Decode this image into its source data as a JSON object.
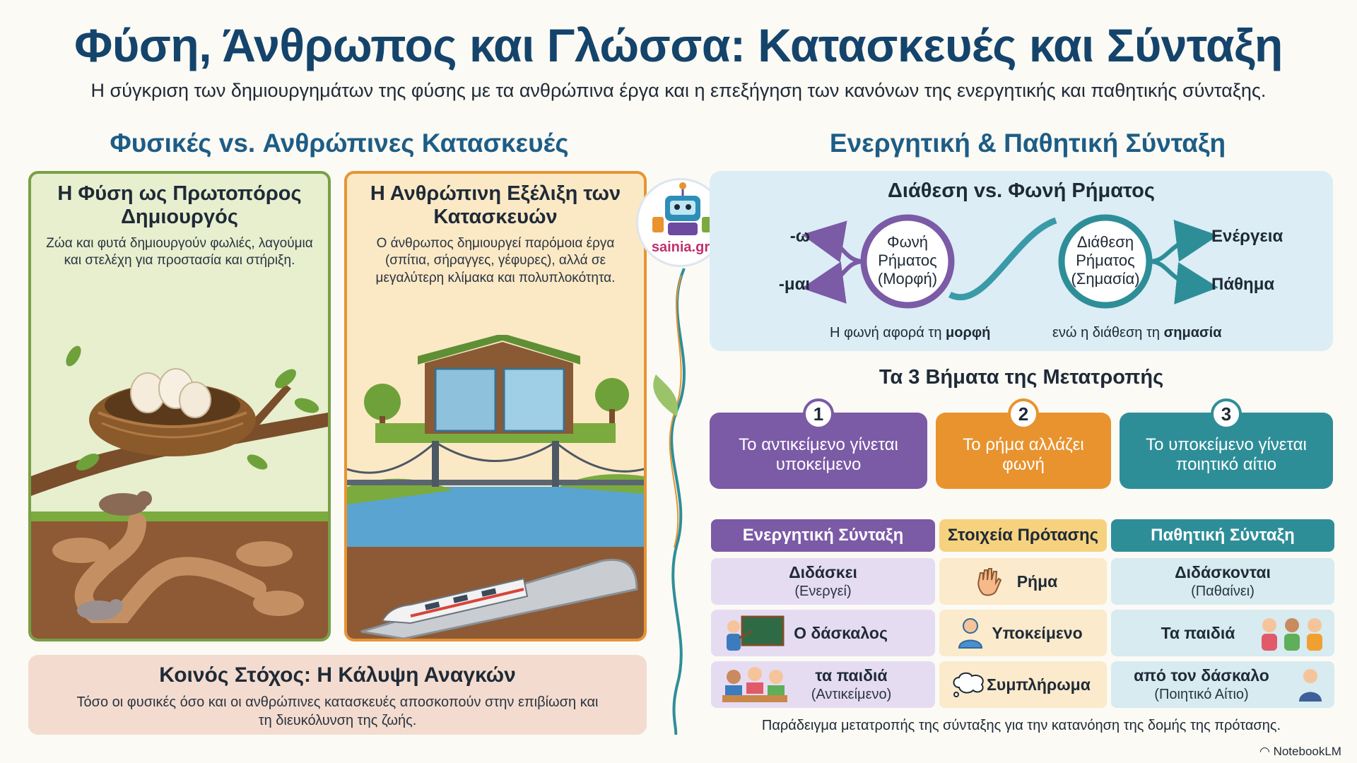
{
  "header": {
    "title": "Φύση, Άνθρωπος και Γλώσσα: Κατασκευές και Σύνταξη",
    "subtitle": "Η σύγκριση των δημιουργημάτων της φύσης με τα ανθρώπινα έργα και η επεξήγηση των κανόνων της ενεργητικής και παθητικής σύνταξης."
  },
  "left": {
    "heading": "Φυσικές vs. Ανθρώπινες Κατασκευές",
    "nature": {
      "title": "Η Φύση ως Πρωτοπόρος Δημιουργός",
      "text": "Ζώα και φυτά δημιουργούν φωλιές, λαγούμια και στελέχη για προστασία και στήριξη."
    },
    "human": {
      "title": "Η Ανθρώπινη Εξέλιξη των Κατασκευών",
      "text": "Ο άνθρωπος δημιουργεί παρόμοια έργα (σπίτια, σήραγγες, γέφυρες), αλλά σε μεγαλύτερη κλίμακα και πολυπλοκότητα."
    },
    "goal": {
      "title": "Κοινός Στόχος: Η Κάλυψη Αναγκών",
      "text": "Τόσο οι φυσικές όσο και οι ανθρώπινες κατασκευές αποσκοπούν στην επιβίωση και τη διευκόλυνση της ζωής."
    }
  },
  "badge": {
    "label": "sainia.gr"
  },
  "right": {
    "heading": "Ενεργητική & Παθητική Σύνταξη",
    "voice": {
      "title": "Διάθεση vs. Φωνή Ρήματος",
      "left_circle": [
        "Φωνή",
        "Ρήματος",
        "(Μορφή)"
      ],
      "right_circle": [
        "Διάθεση",
        "Ρήματος",
        "(Σημασία)"
      ],
      "endings": [
        "-ω",
        "-μαι"
      ],
      "meanings": [
        "Ενέργεια",
        "Πάθημα"
      ],
      "caption_left_pre": "Η φωνή αφορά τη ",
      "caption_left_bold": "μορφή",
      "caption_right_pre": "ενώ η διάθεση τη ",
      "caption_right_bold": "σημασία"
    },
    "steps": {
      "title": "Τα 3 Βήματα της Μετατροπής",
      "items": [
        {
          "n": "1",
          "text": "Το αντικείμενο γίνεται υποκείμενο"
        },
        {
          "n": "2",
          "text": "Το ρήμα αλλάζει φωνή"
        },
        {
          "n": "3",
          "text": "Το υποκείμενο γίνεται ποιητικό αίτιο"
        }
      ]
    },
    "table": {
      "headers": [
        "Ενεργητική Σύνταξη",
        "Στοιχεία Πρότασης",
        "Παθητική Σύνταξη"
      ],
      "rows": [
        {
          "active_main": "Διδάσκει",
          "active_sub": "(Ενεργεί)",
          "element": "Ρήμα",
          "passive_main": "Διδάσκονται",
          "passive_sub": "(Παθαίνει)"
        },
        {
          "active_main": "Ο δάσκαλος",
          "active_sub": "",
          "element": "Υποκείμενο",
          "passive_main": "Τα παιδιά",
          "passive_sub": ""
        },
        {
          "active_main": "τα παιδιά",
          "active_sub": "(Αντικείμενο)",
          "element": "Συμπλήρωμα",
          "passive_main": "από τον δάσκαλο",
          "passive_sub": "(Ποιητικό Αίτιο)"
        }
      ]
    },
    "footnote": "Παράδειγμα μετατροπής της σύνταξης για την κατανόηση της δομής της πρότασης."
  },
  "brand": "NotebookLM",
  "colors": {
    "title_blue": "#14446b",
    "purple": "#7b5aa6",
    "orange": "#e8932e",
    "teal": "#2e8e98",
    "yellow_header": "#f6d27e",
    "green_border": "#78a045"
  }
}
